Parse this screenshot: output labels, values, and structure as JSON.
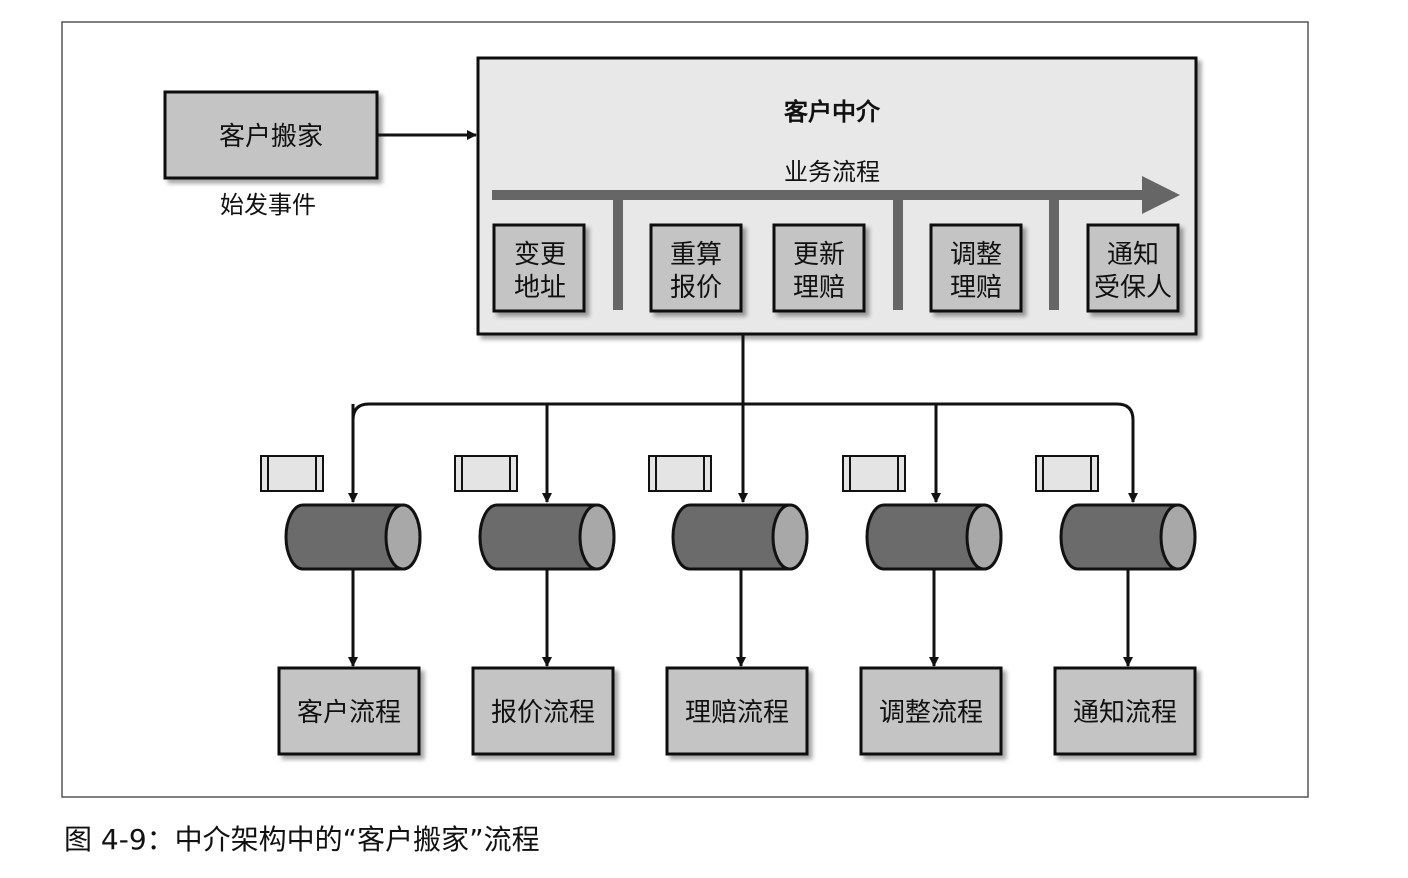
{
  "initiating_event": {
    "label": "客户搬家",
    "caption": "始发事件"
  },
  "mediator": {
    "title": "客户中介",
    "process_label": "业务流程",
    "steps": [
      {
        "line1": "变更",
        "line2": "地址"
      },
      {
        "line1": "重算",
        "line2": "报价"
      },
      {
        "line1": "更新",
        "line2": "理赔"
      },
      {
        "line1": "调整",
        "line2": "理赔"
      },
      {
        "line1": "通知",
        "line2": "受保人"
      }
    ]
  },
  "processors": [
    {
      "label": "客户流程"
    },
    {
      "label": "报价流程"
    },
    {
      "label": "理赔流程"
    },
    {
      "label": "调整流程"
    },
    {
      "label": "通知流程"
    }
  ],
  "figure_caption": "图 4-9：中介架构中的“客户搬家”流程",
  "colors": {
    "box_fill": "#c4c4c4",
    "mediator_fill": "#e8e8e8",
    "channel_fill": "#6b6b6b",
    "channel_cap": "#a8a8a8",
    "arrow": "#666666",
    "stroke": "#111111"
  }
}
